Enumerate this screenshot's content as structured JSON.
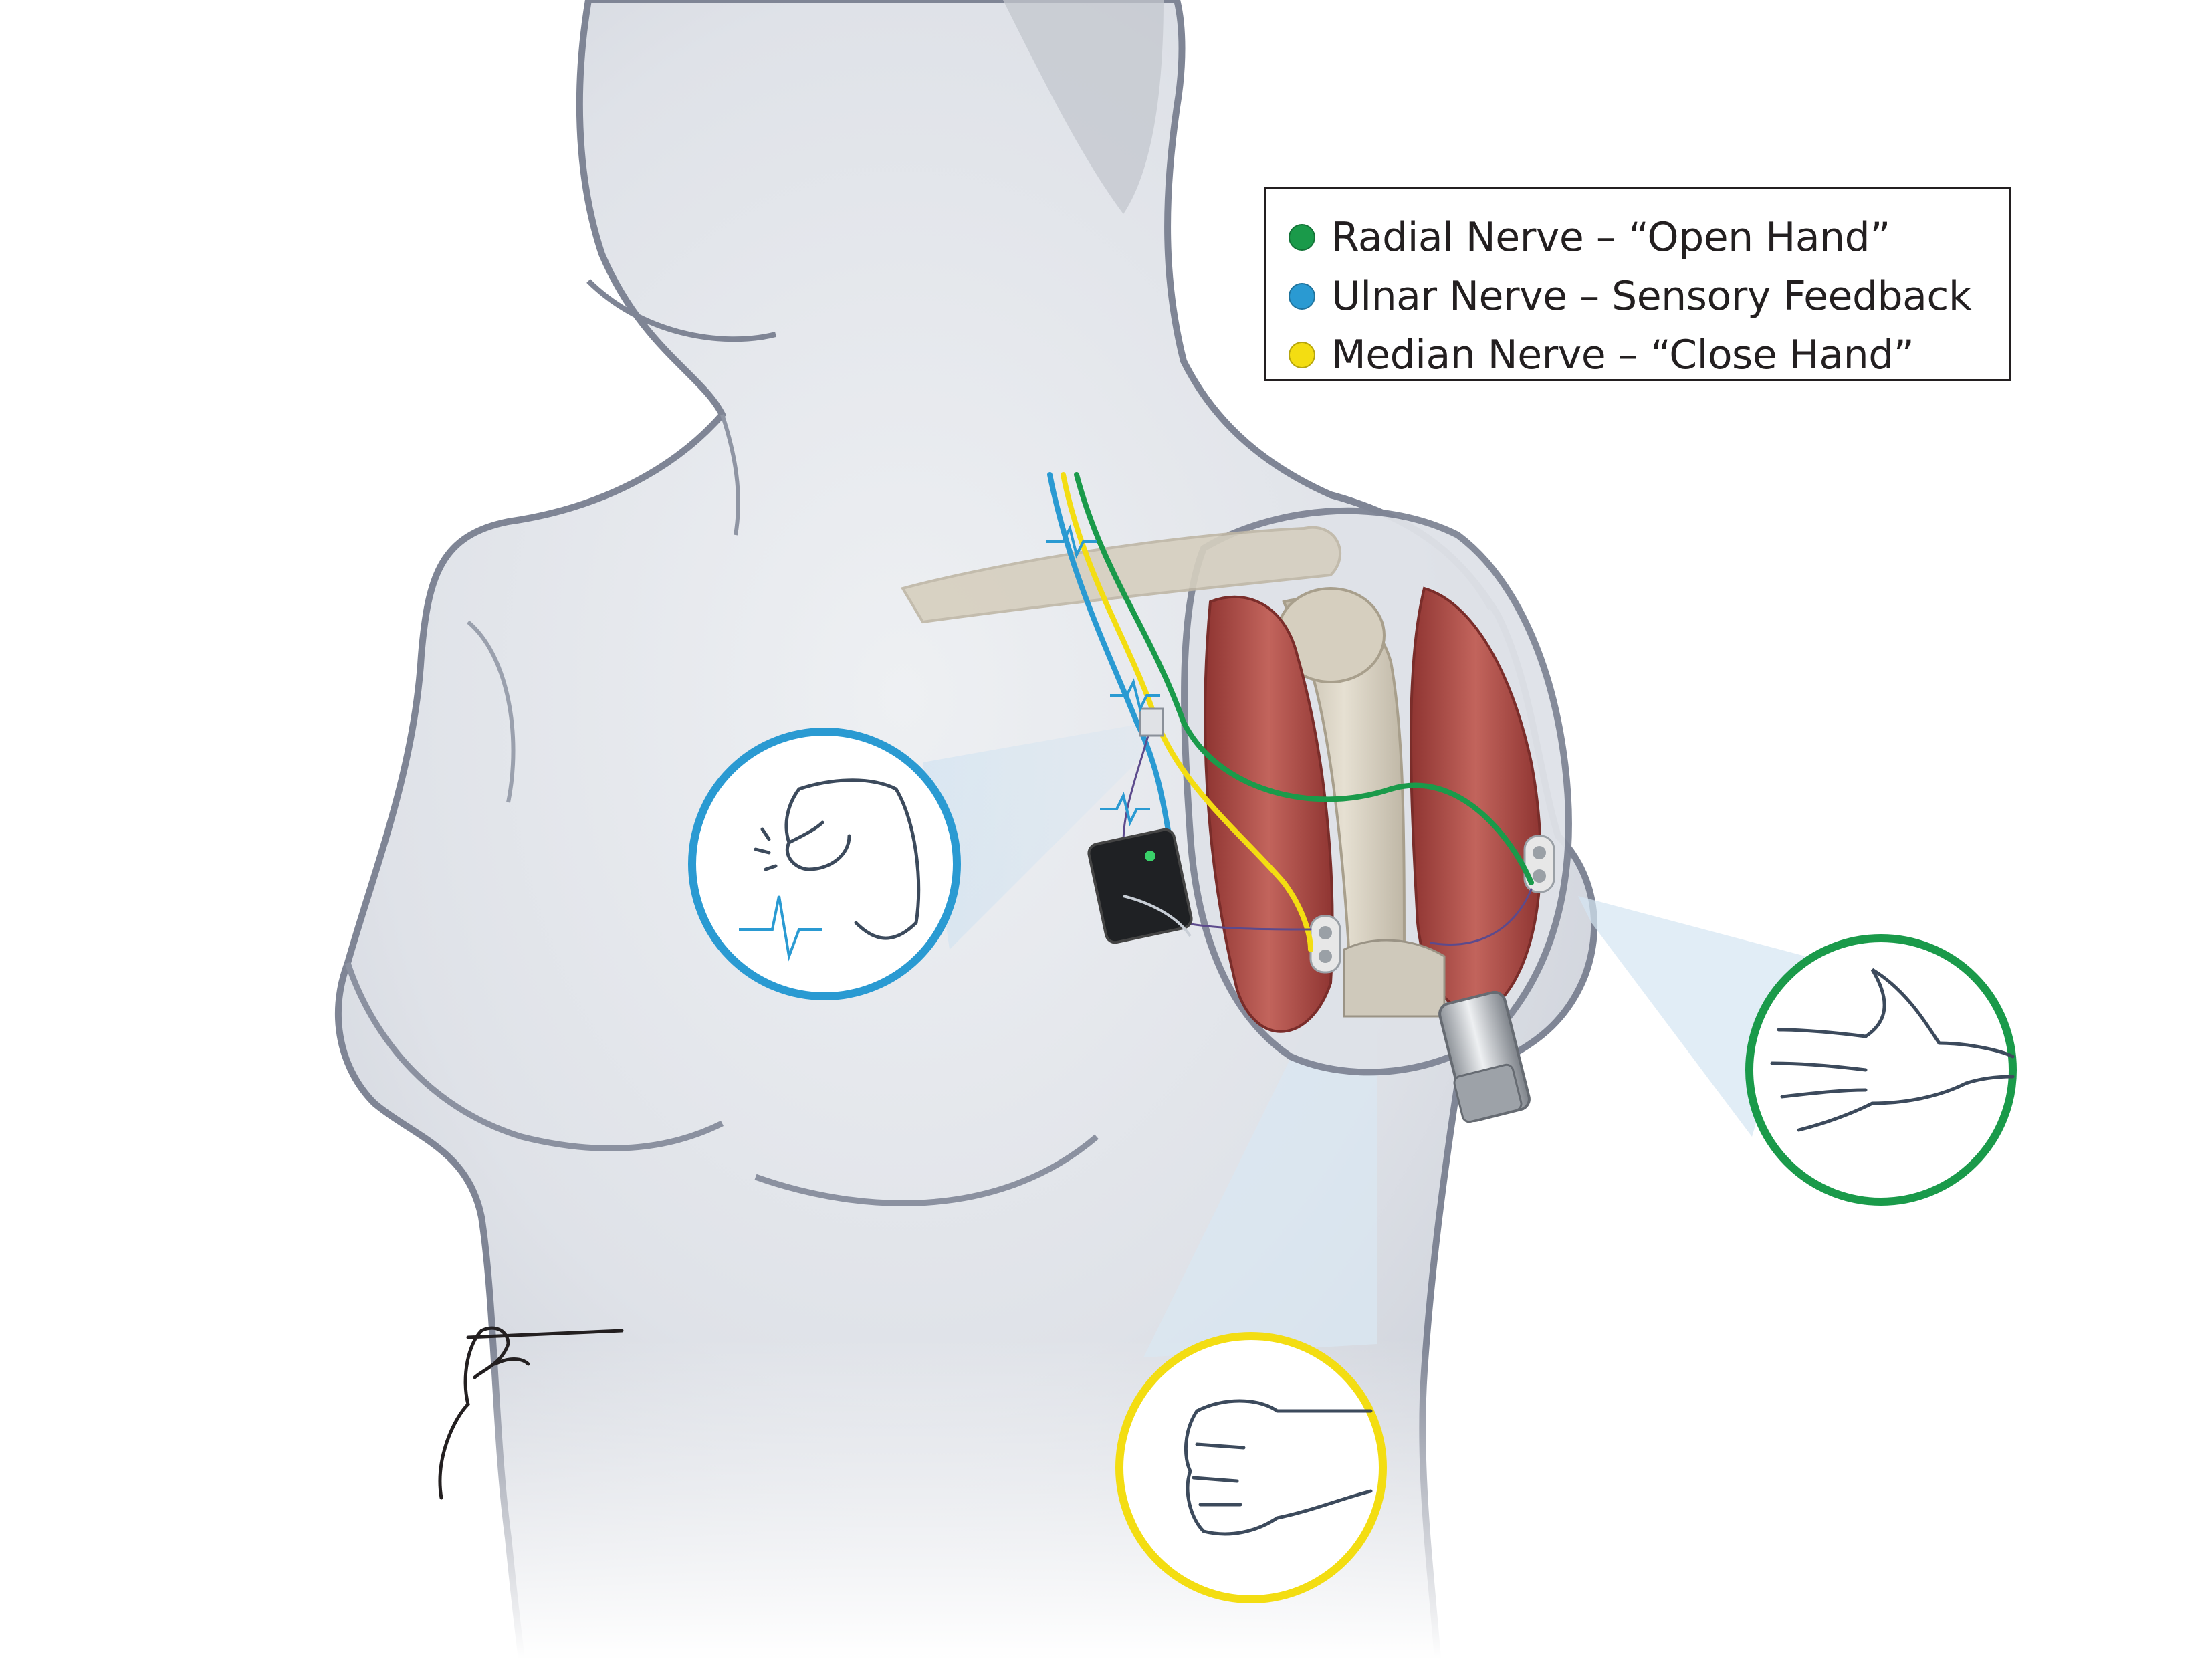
{
  "legend": {
    "items": [
      {
        "label": "Radial Nerve – “Open Hand”",
        "color": "#1a9a4a"
      },
      {
        "label": "Ulnar Nerve – Sensory Feedback",
        "color": "#2a9ad2"
      },
      {
        "label": "Median Nerve – “Close Hand”",
        "color": "#f3dd12"
      }
    ]
  },
  "colors": {
    "body_fill": "#e8eaee",
    "body_outline": "#7f8595",
    "muscle": "#b5524d",
    "bone": "#d6cfbf",
    "radial": "#1a9a4a",
    "ulnar": "#2a9ad2",
    "median": "#f3dd12",
    "hand_line": "#3c4a5c"
  },
  "icons": {
    "sensory_circle": "pinching-hand-icon",
    "open_circle": "open-hand-icon",
    "close_circle": "closed-fist-icon",
    "device": "stimulator-device-icon",
    "prosthetic_socket": "prosthetic-socket-icon"
  }
}
